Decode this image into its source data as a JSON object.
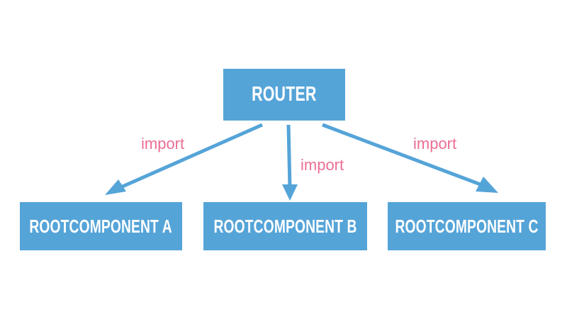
{
  "diagram": {
    "title_text": "ROUTER",
    "background_color": "#ffffff",
    "node_color": "#55a4d8",
    "node_text_color": "#ffffff",
    "edge_color": "#55a4d8",
    "edge_label_color": "#ec6e93",
    "nodes": [
      {
        "id": "router",
        "label": "ROUTER"
      },
      {
        "id": "rootcomponent_a",
        "label": "ROOTCOMPONENT A"
      },
      {
        "id": "rootcomponent_b",
        "label": "ROOTCOMPONENT B"
      },
      {
        "id": "rootcomponent_c",
        "label": "ROOTCOMPONENT C"
      }
    ],
    "edges": [
      {
        "id": "edge_a",
        "from": "router",
        "to": "rootcomponent_a",
        "label": "import"
      },
      {
        "id": "edge_b",
        "from": "router",
        "to": "rootcomponent_b",
        "label": "import"
      },
      {
        "id": "edge_c",
        "from": "router",
        "to": "rootcomponent_c",
        "label": "import"
      }
    ]
  }
}
